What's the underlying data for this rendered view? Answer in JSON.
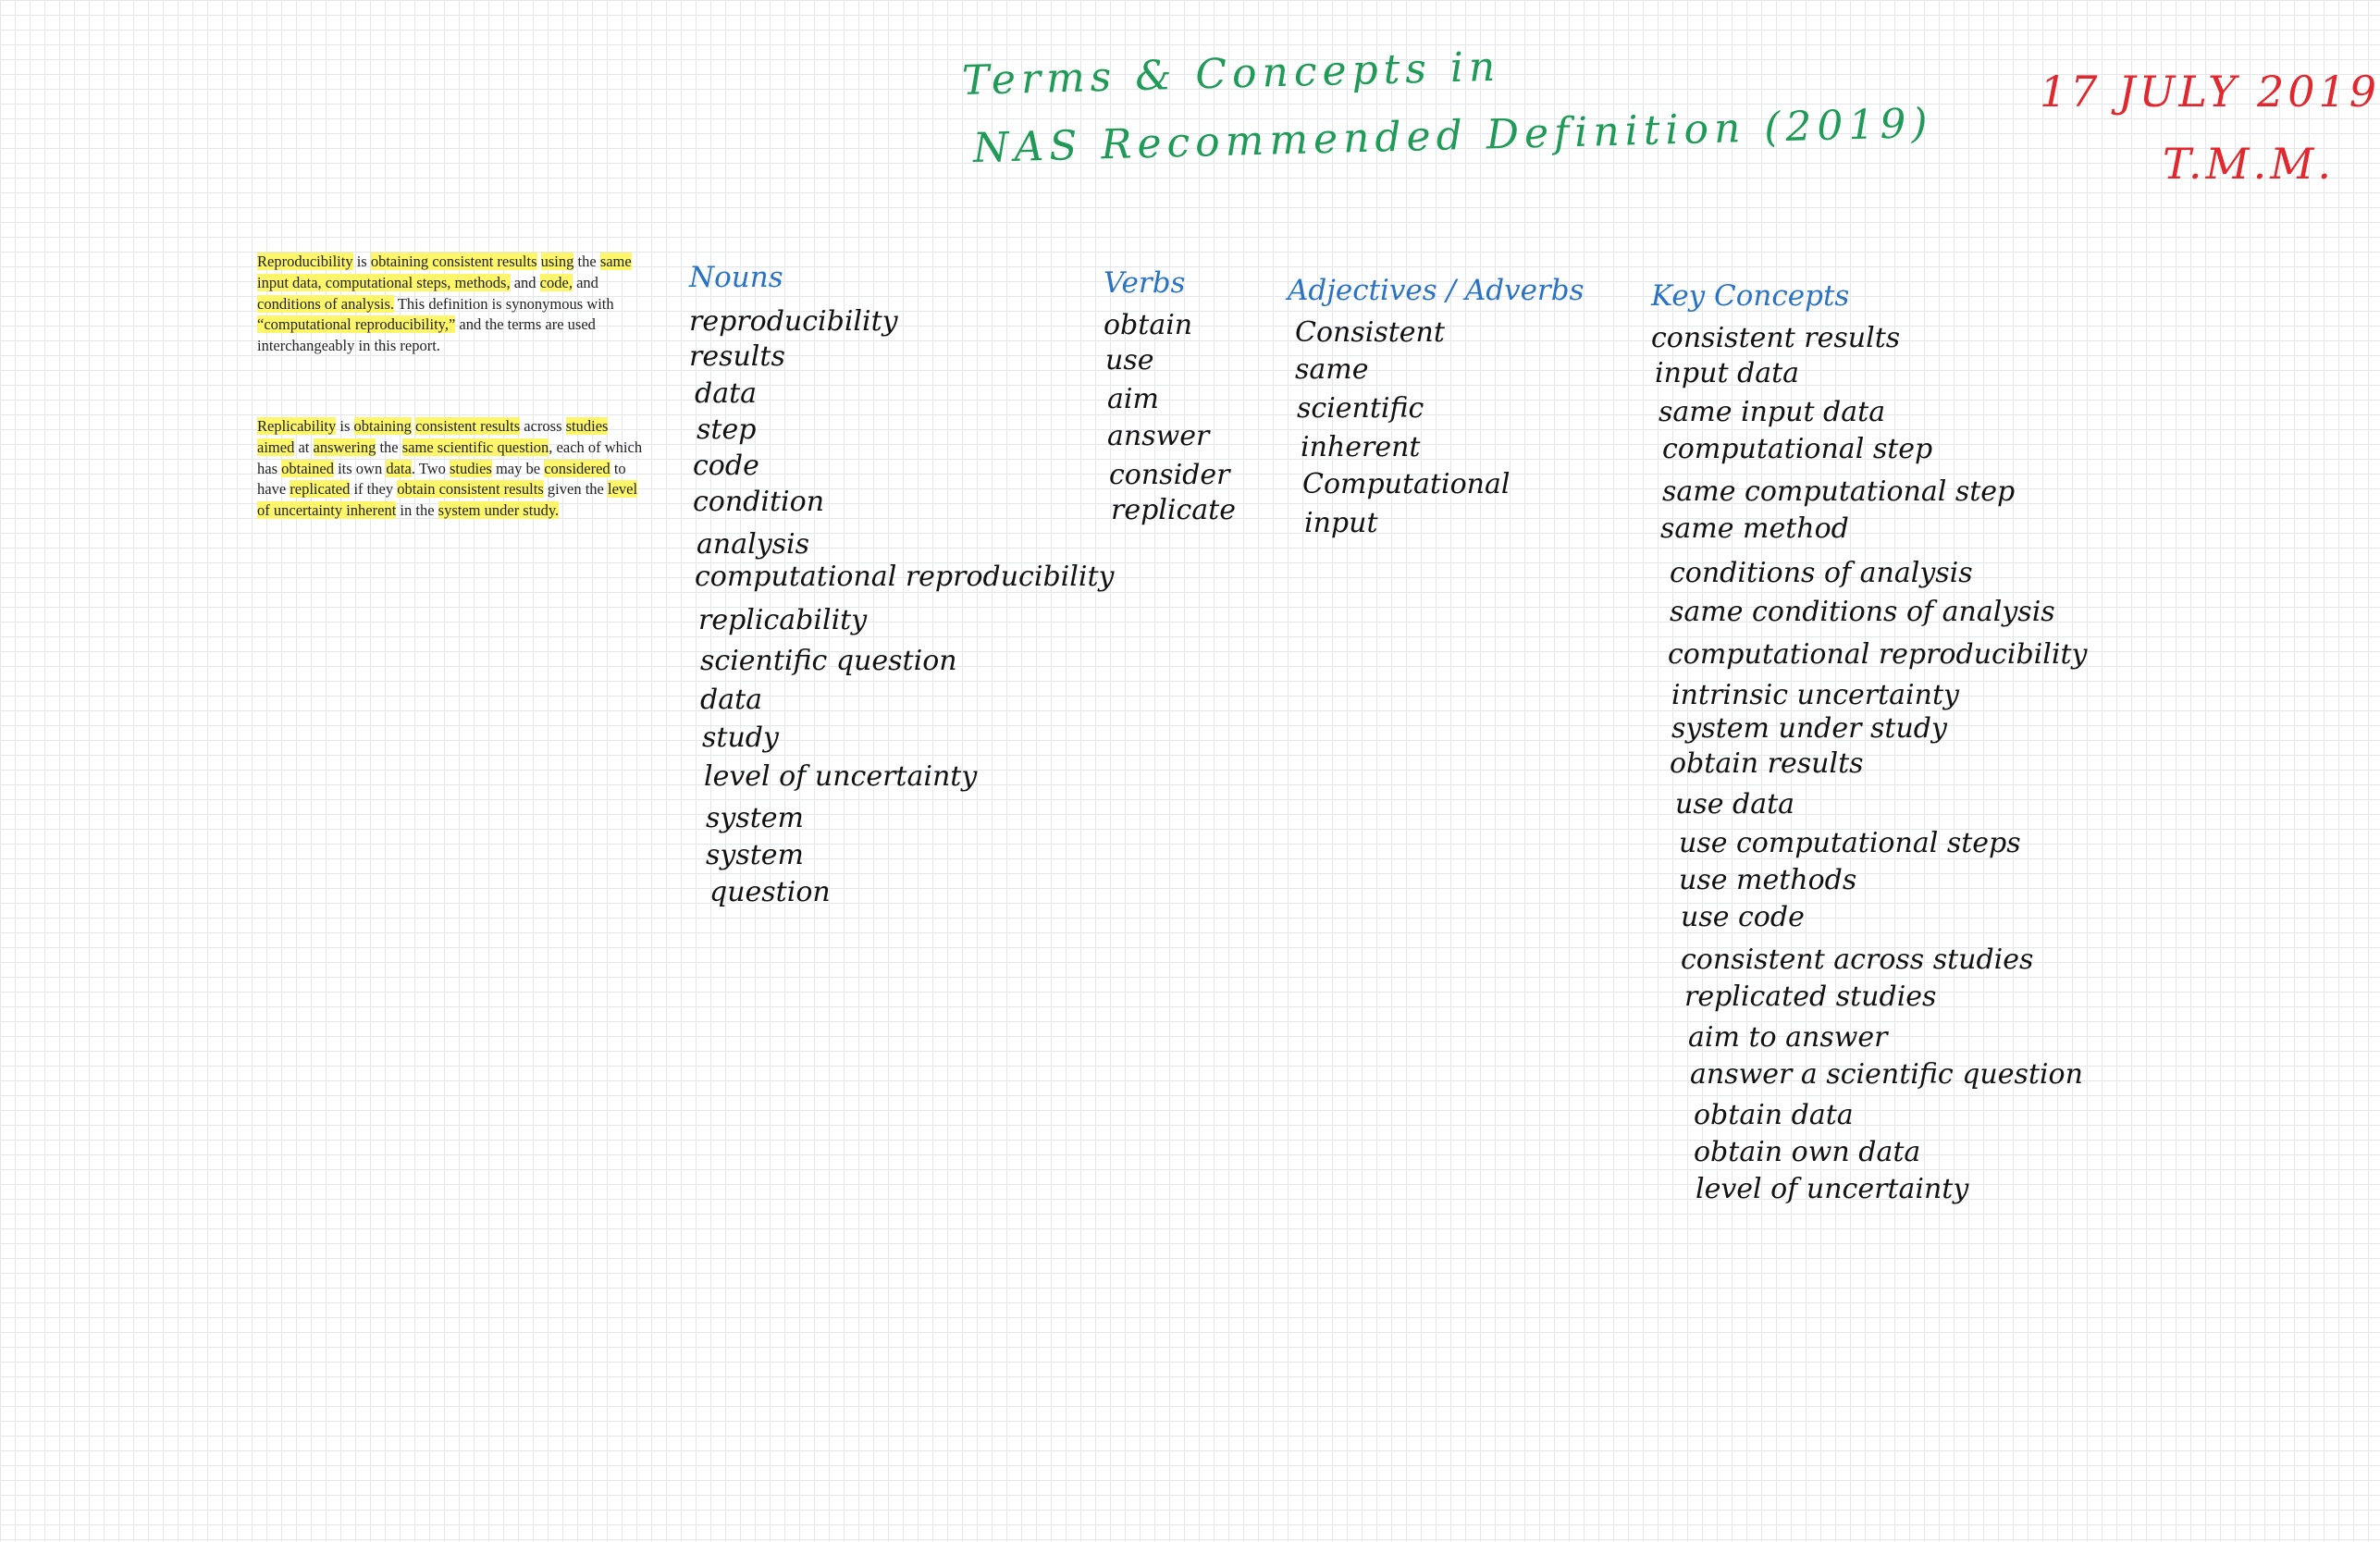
{
  "header": {
    "title_line1": "Terms & Concepts in",
    "title_line2": "NAS Recommended Definition (2019)",
    "date": "17 JULY 2019",
    "initials": "T.M.M."
  },
  "excerpt": {
    "p1": [
      {
        "t": "Reproducibility",
        "hl": true
      },
      {
        "t": " is ",
        "hl": false
      },
      {
        "t": "obtaining consistent results",
        "hl": true
      },
      {
        "t": " ",
        "hl": false
      },
      {
        "t": "using",
        "hl": true
      },
      {
        "t": " the ",
        "hl": false
      },
      {
        "t": "same input data, computational steps, methods,",
        "hl": true
      },
      {
        "t": " and ",
        "hl": false
      },
      {
        "t": "code,",
        "hl": true
      },
      {
        "t": " and ",
        "hl": false
      },
      {
        "t": "conditions of analysis.",
        "hl": true
      },
      {
        "t": " This definition is synonymous with ",
        "hl": false
      },
      {
        "t": "“computational reproducibility,”",
        "hl": true
      },
      {
        "t": " and the terms are used interchangeably in this report.",
        "hl": false
      }
    ],
    "p2": [
      {
        "t": "Replicability",
        "hl": true
      },
      {
        "t": " is ",
        "hl": false
      },
      {
        "t": "obtaining",
        "hl": true
      },
      {
        "t": " ",
        "hl": false
      },
      {
        "t": "consistent results",
        "hl": true
      },
      {
        "t": " across ",
        "hl": false
      },
      {
        "t": "studies aimed",
        "hl": true
      },
      {
        "t": " at ",
        "hl": false
      },
      {
        "t": "answering",
        "hl": true
      },
      {
        "t": " the ",
        "hl": false
      },
      {
        "t": "same scientific question",
        "hl": true
      },
      {
        "t": ", each of which has ",
        "hl": false
      },
      {
        "t": "obtained",
        "hl": true
      },
      {
        "t": " its own ",
        "hl": false
      },
      {
        "t": "data",
        "hl": true
      },
      {
        "t": ". Two ",
        "hl": false
      },
      {
        "t": "studies",
        "hl": true
      },
      {
        "t": " may be ",
        "hl": false
      },
      {
        "t": "considered",
        "hl": true
      },
      {
        "t": " to have ",
        "hl": false
      },
      {
        "t": "replicated",
        "hl": true
      },
      {
        "t": " if they ",
        "hl": false
      },
      {
        "t": "obtain consistent results",
        "hl": true
      },
      {
        "t": " given the ",
        "hl": false
      },
      {
        "t": "level of uncertainty inherent",
        "hl": true
      },
      {
        "t": " in the ",
        "hl": false
      },
      {
        "t": "system under study.",
        "hl": true
      }
    ]
  },
  "columns": {
    "nouns": {
      "heading": "Nouns",
      "items": [
        "reproducibility",
        "results",
        "data",
        "step",
        "code",
        "condition",
        "analysis",
        "computational reproducibility",
        "replicability",
        "scientific question",
        "data",
        "study",
        "level of uncertainty",
        "system",
        "system",
        "question"
      ]
    },
    "verbs": {
      "heading": "Verbs",
      "items": [
        "obtain",
        "use",
        "aim",
        "answer",
        "consider",
        "replicate"
      ]
    },
    "adjectives": {
      "heading": "Adjectives / Adverbs",
      "items": [
        "Consistent",
        "same",
        "scientific",
        "inherent",
        "Computational",
        "input"
      ]
    },
    "key_concepts": {
      "heading": "Key Concepts",
      "items": [
        "consistent results",
        "input data",
        "same input data",
        "computational step",
        "same computational step",
        "same method",
        "conditions of analysis",
        "same conditions of analysis",
        "computational reproducibility",
        "intrinsic uncertainty",
        "system under study",
        "obtain results",
        "use data",
        "use computational steps",
        "use methods",
        "use code",
        "consistent across studies",
        "replicated studies",
        "aim to answer",
        "answer a scientific question",
        "obtain data",
        "obtain own data",
        "level of uncertainty"
      ]
    }
  },
  "colors": {
    "title": "#1f9a57",
    "date": "#e0282e",
    "heading": "#2a72c4",
    "highlight": "#fdf56a",
    "ink": "#111111"
  }
}
